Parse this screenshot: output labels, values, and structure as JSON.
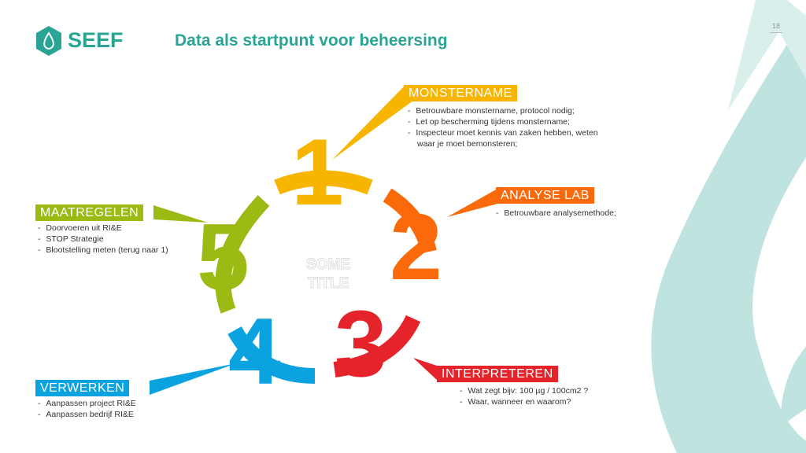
{
  "header": {
    "logo": "SEEF",
    "title": "Data als startpunt voor beheersing",
    "page_number": "18"
  },
  "center": {
    "line1": "SOME",
    "line2": "TITLE"
  },
  "steps": [
    {
      "number": "1",
      "label": "MONSTERNAME",
      "color": "#f7b500",
      "items": [
        "Betrouwbare monstername, protocol nodig;",
        "Let op bescherming tijdens monstername;",
        "Inspecteur moet kennis van zaken hebben, weten waar je moet bemonsteren;"
      ]
    },
    {
      "number": "2",
      "label": "ANALYSE LAB",
      "color": "#fb6a0a",
      "items": [
        "Betrouwbare analysemethode;"
      ]
    },
    {
      "number": "3",
      "label": "INTERPRETEREN",
      "color": "#e5232b",
      "items": [
        "Wat zegt bijv: 100 µg / 100cm2 ?",
        "Waar, wanneer en waarom?"
      ]
    },
    {
      "number": "4",
      "label": "VERWERKEN",
      "color": "#0aa2df",
      "items": [
        "Aanpassen project RI&E",
        "Aanpassen bedrijf RI&E"
      ]
    },
    {
      "number": "5",
      "label": "MAATREGELEN",
      "color": "#9bba13",
      "items": [
        "Doorvoeren uit RI&E",
        "STOP Strategie",
        "Blootstelling meten (terug naar 1)"
      ]
    }
  ]
}
